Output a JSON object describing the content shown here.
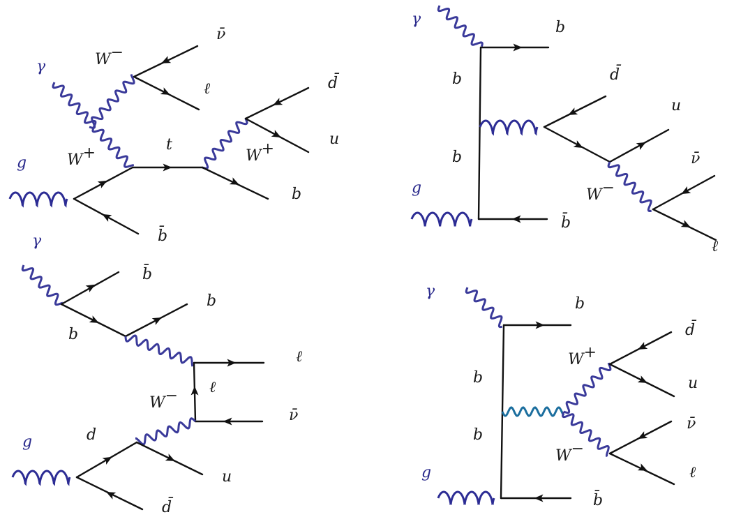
{
  "colors": {
    "fermion": "#111111",
    "w_boson": "#3a3a9a",
    "z_boson": "#1b6e9e",
    "gluon": "#2c2c94",
    "text": "#1a1a1a",
    "external_label": "#2a2a8c"
  },
  "labels": {
    "gamma": "γ",
    "g": "g",
    "t": "t",
    "b": "b",
    "u": "u",
    "d": "d",
    "bbar": "b̄",
    "dbar": "d̄",
    "nubar": "ν̄",
    "ell": "ℓ",
    "W": "W",
    "minus": "−",
    "plus": "+"
  }
}
